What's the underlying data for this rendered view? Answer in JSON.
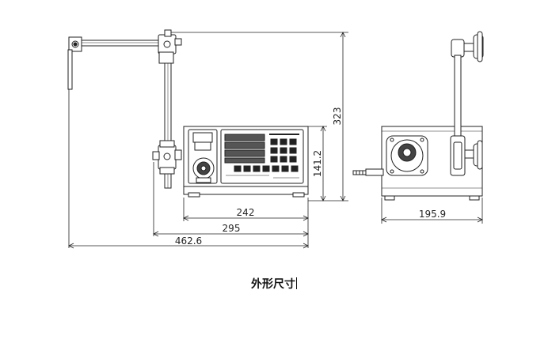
{
  "dimensions": {
    "width_242": "242",
    "width_295": "295",
    "width_462_6": "462.6",
    "height_323": "323",
    "height_141_2": "141.2",
    "depth_195_9": "195.9"
  },
  "caption": "外形尺寸"
}
